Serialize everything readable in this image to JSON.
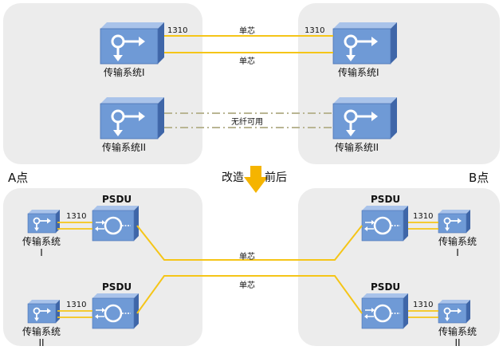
{
  "top": {
    "left_systems": [
      "传输系统I",
      "传输系统II"
    ],
    "right_systems": [
      "传输系统I",
      "传输系统II"
    ],
    "links": [
      {
        "label": "单芯",
        "wavelength_left": "1310",
        "wavelength_right": "1310"
      },
      {
        "label": "单芯"
      },
      {
        "label": "无纤可用"
      }
    ]
  },
  "transition": {
    "left_text": "改造",
    "right_text": "前后"
  },
  "bottom": {
    "site_a": "A点",
    "site_b": "B点",
    "psdu": "PSDU",
    "wavelength": "1310",
    "system_name": "传输系统",
    "system_suffix": [
      "I",
      "II"
    ],
    "fiber_label": "单芯"
  },
  "colors": {
    "fiber": "#f5c518",
    "panel": "#ececec",
    "device_face": "#6f9ad6",
    "device_side": "#3f66a8",
    "arrow": "#f5b400"
  }
}
